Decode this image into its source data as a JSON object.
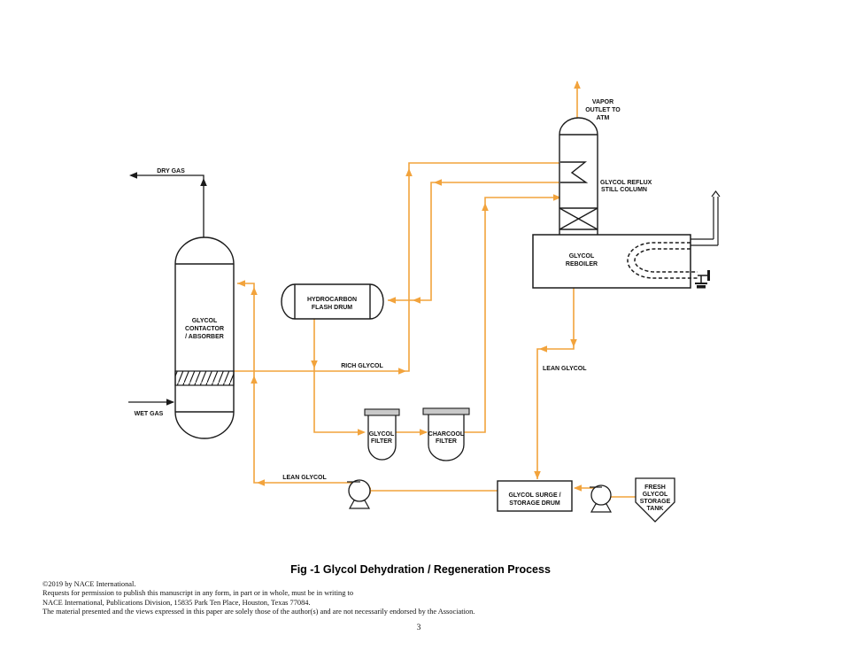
{
  "figure": {
    "title": "Fig -1 Glycol Dehydration / Regeneration Process",
    "page_number": "3"
  },
  "footer": {
    "lines": [
      "©2019 by NACE International.",
      "Requests for permission to publish this manuscript in any form, in part or in whole, must be in writing to",
      "NACE International, Publications Division, 15835 Park Ten Place, Houston, Texas 77084.",
      "The material presented and the views expressed in this paper are solely those of the author(s) and are not necessarily endorsed by the Association."
    ]
  },
  "colors": {
    "process_line": "#F2A33C",
    "equipment_line": "#1a1a1a",
    "filter_lid": "#c9c9c9",
    "background": "#ffffff"
  },
  "equipment": {
    "contactor": [
      "GLYCOL",
      "CONTACTOR",
      "/ ABSORBER"
    ],
    "flash_drum": [
      "HYDROCARBON",
      "FLASH DRUM"
    ],
    "still_column": [
      "GLYCOL REFLUX",
      "STILL COLUMN"
    ],
    "reboiler": [
      "GLYCOL",
      "REBOILER"
    ],
    "glycol_filter": [
      "GLYCOL",
      "FILTER"
    ],
    "charcoal_filter": [
      "CHARCOOL",
      "FILTER"
    ],
    "surge_drum": [
      "GLYCOL SURGE /",
      "STORAGE DRUM"
    ],
    "fresh_glycol_tank": [
      "FRESH",
      "GLYCOL",
      "STORAGE",
      "TANK"
    ]
  },
  "streams": {
    "dry_gas": "DRY GAS",
    "wet_gas": "WET GAS",
    "rich_glycol": "RICH GLYCOL",
    "lean_glycol_to_contactor": "LEAN GLYCOL",
    "lean_glycol_from_reboiler": "LEAN GLYCOL",
    "vapor_outlet": [
      "VAPOR",
      "OUTLET TO",
      "ATM"
    ]
  }
}
